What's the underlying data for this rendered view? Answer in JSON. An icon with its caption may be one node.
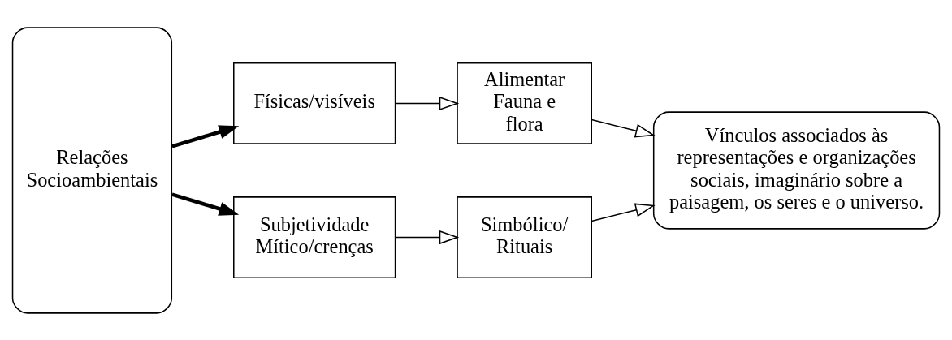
{
  "diagram": {
    "nodes": [
      {
        "text": [
          "Relações Socioambientais"
        ]
      },
      {
        "text": [
          "Físicas/visíveis"
        ]
      },
      {
        "text": [
          "Alimentar Fauna e flora"
        ]
      },
      {
        "text": [
          "Subjetividade Mítico/crenças"
        ]
      },
      {
        "text": [
          "Simbólico/ Rituais"
        ]
      },
      {
        "text": [
          "Vínculos associados às representações e organizações sociais, imaginário sobre a paisagem, os seres e o universo."
        ]
      }
    ],
    "edges": [
      {
        "from": 0,
        "to": 1,
        "arrow": "to",
        "style": "thick"
      },
      {
        "from": 0,
        "to": 3,
        "arrow": "to",
        "style": "thick"
      },
      {
        "from": 1,
        "to": 2,
        "arrow": "to"
      },
      {
        "from": 3,
        "to": 4,
        "arrow": "to"
      },
      {
        "from": 2,
        "to": 5,
        "arrow": "to"
      },
      {
        "from": 4,
        "to": 5,
        "arrow": "to"
      }
    ]
  }
}
